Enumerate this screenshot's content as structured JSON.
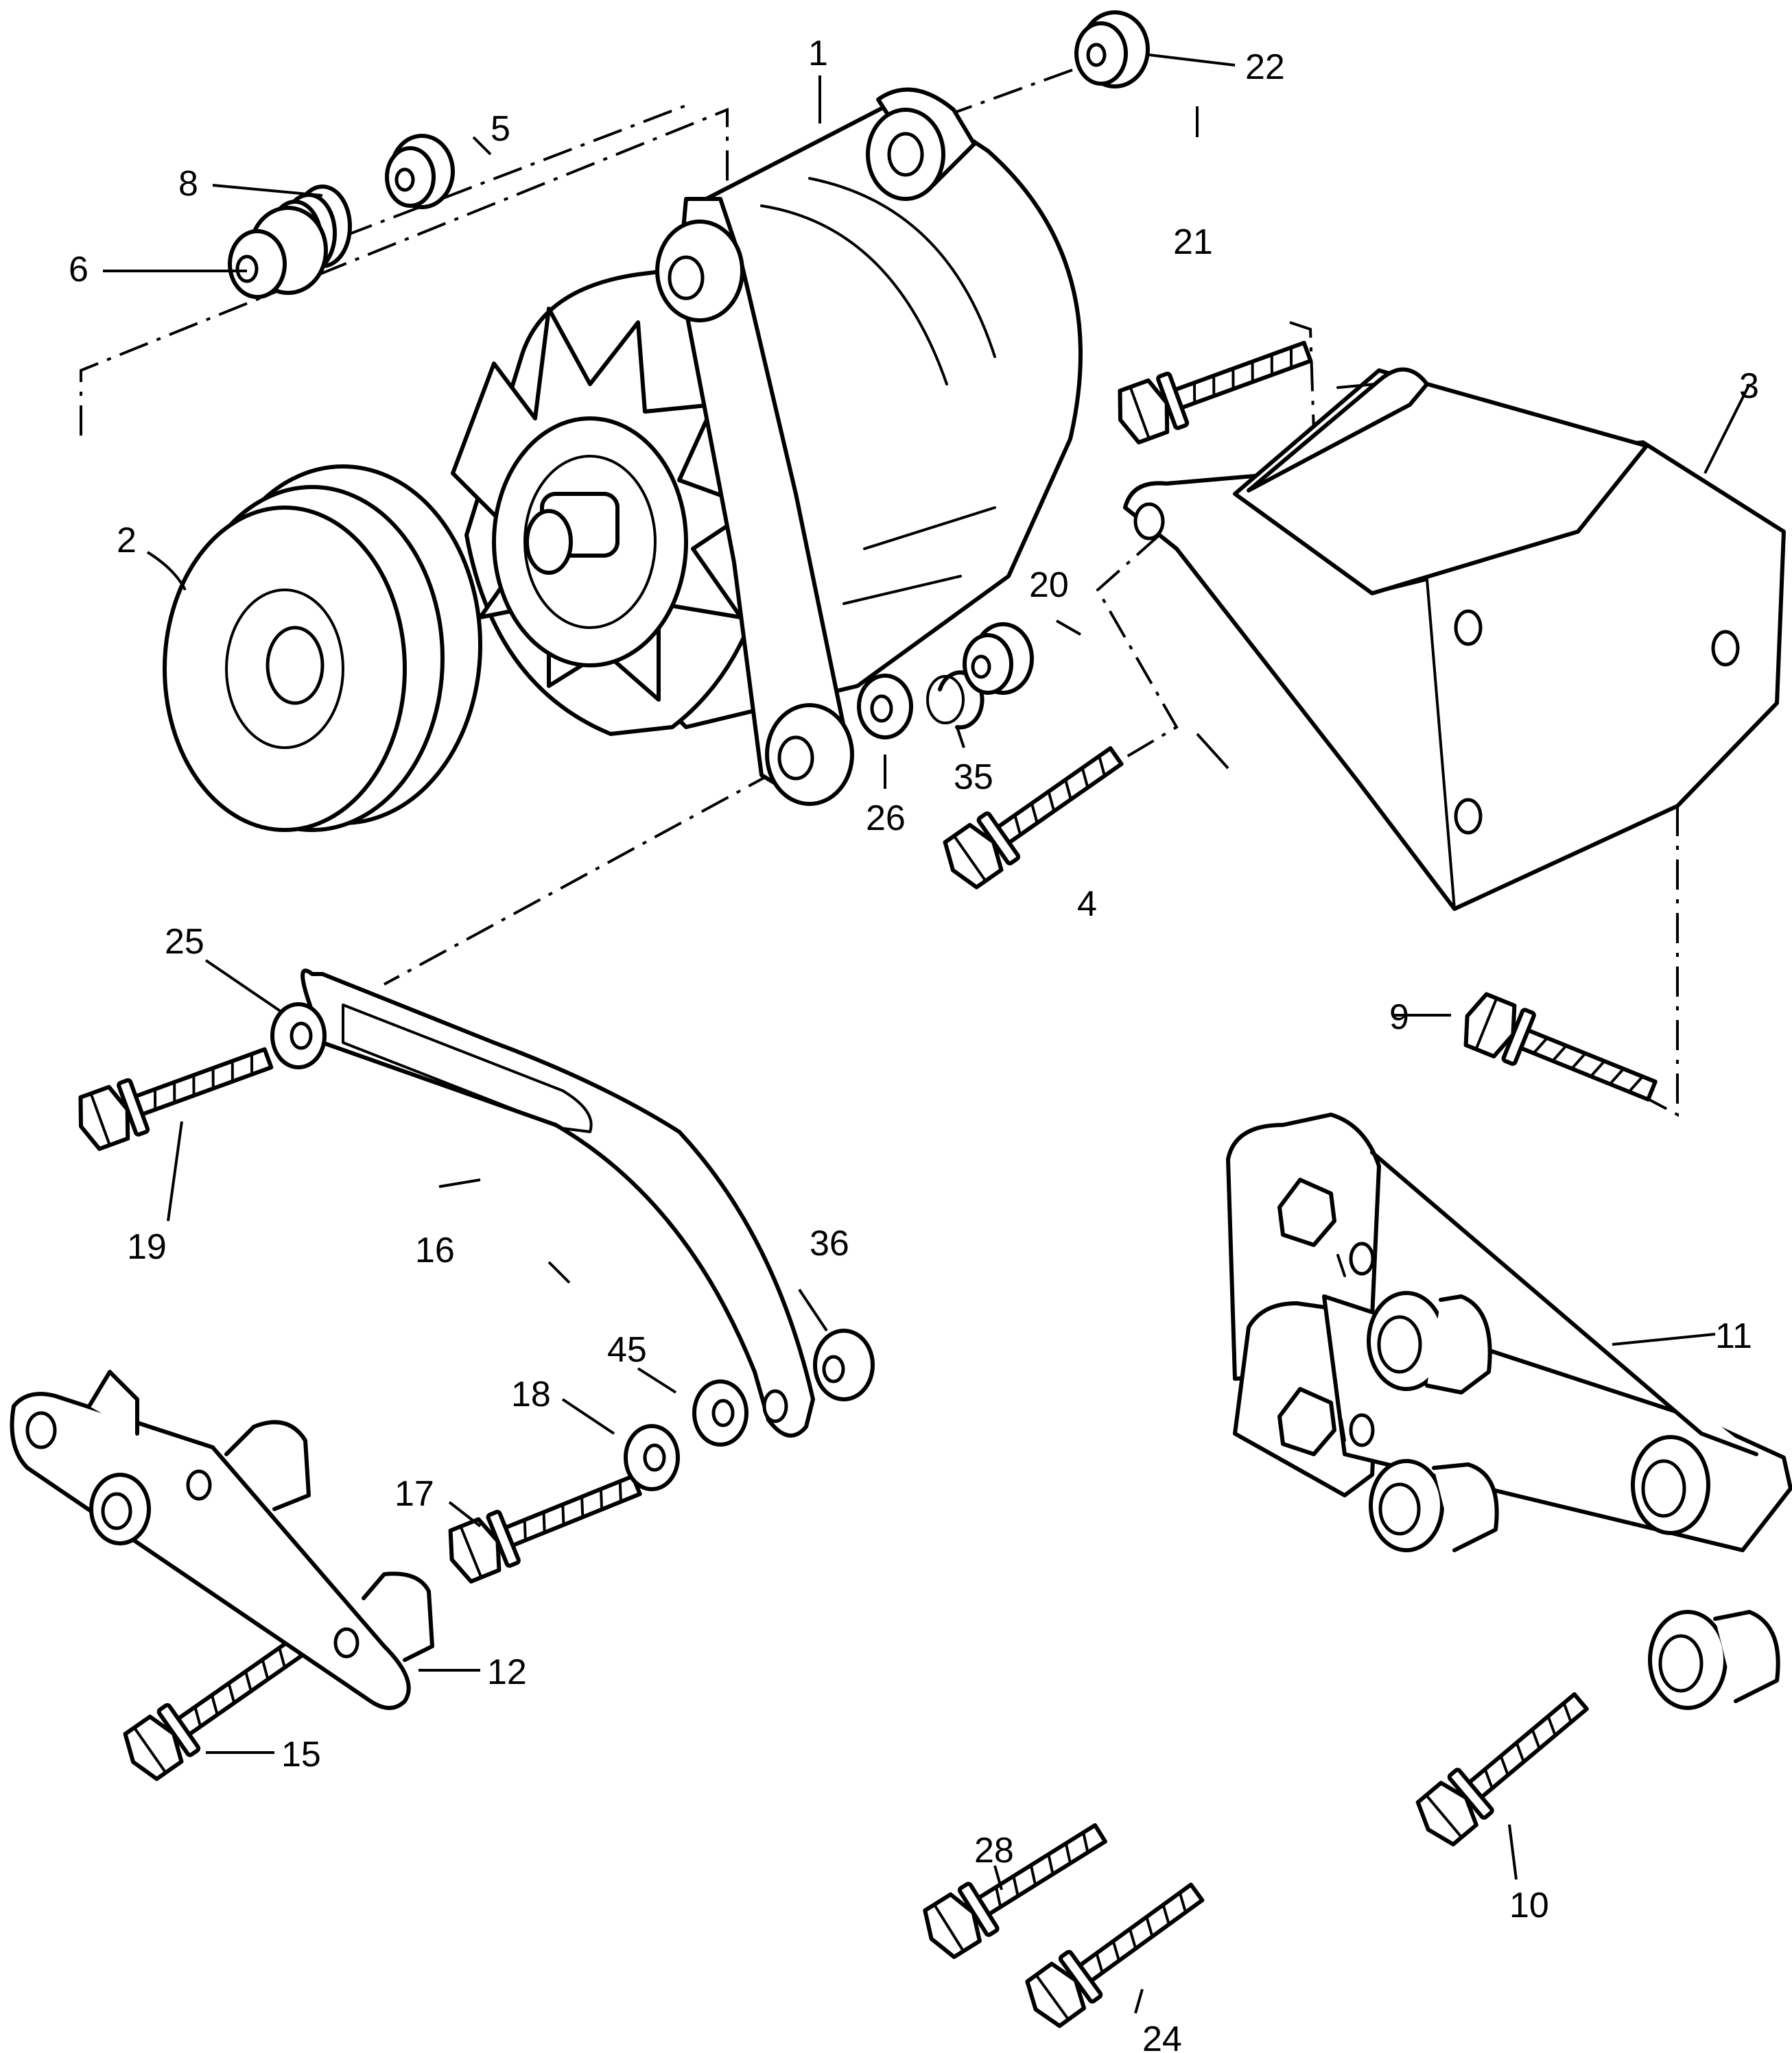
{
  "callouts": [
    {
      "id": "c1",
      "label": "1"
    },
    {
      "id": "c2",
      "label": "2"
    },
    {
      "id": "c3",
      "label": "3"
    },
    {
      "id": "c4",
      "label": "4"
    },
    {
      "id": "c5",
      "label": "5"
    },
    {
      "id": "c6",
      "label": "6"
    },
    {
      "id": "c8",
      "label": "8"
    },
    {
      "id": "c9",
      "label": "9"
    },
    {
      "id": "c10",
      "label": "10"
    },
    {
      "id": "c11",
      "label": "11"
    },
    {
      "id": "c12",
      "label": "12"
    },
    {
      "id": "c15",
      "label": "15"
    },
    {
      "id": "c16",
      "label": "16"
    },
    {
      "id": "c17",
      "label": "17"
    },
    {
      "id": "c18",
      "label": "18"
    },
    {
      "id": "c19",
      "label": "19"
    },
    {
      "id": "c20",
      "label": "20"
    },
    {
      "id": "c21",
      "label": "21"
    },
    {
      "id": "c22",
      "label": "22"
    },
    {
      "id": "c24",
      "label": "24"
    },
    {
      "id": "c25",
      "label": "25"
    },
    {
      "id": "c26",
      "label": "26"
    },
    {
      "id": "c28",
      "label": "28"
    },
    {
      "id": "c35",
      "label": "35"
    },
    {
      "id": "c36",
      "label": "36"
    },
    {
      "id": "c45",
      "label": "45"
    }
  ]
}
